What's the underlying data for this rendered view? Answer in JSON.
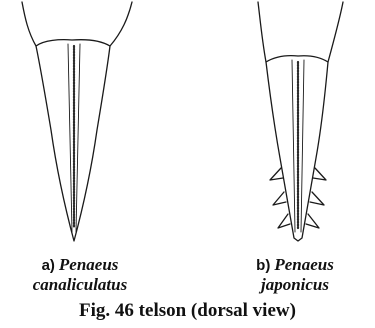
{
  "figure": {
    "title": "Fig. 46  telson (dorsal view)",
    "panels": [
      {
        "letter": "a)",
        "species_line1": "Penaeus",
        "species_line2": "canaliculatus",
        "icon": "telson-smooth-margin-drawing"
      },
      {
        "letter": "b)",
        "species_line1": "Penaeus",
        "species_line2": "japonicus",
        "icon": "telson-spined-margin-drawing"
      }
    ]
  }
}
